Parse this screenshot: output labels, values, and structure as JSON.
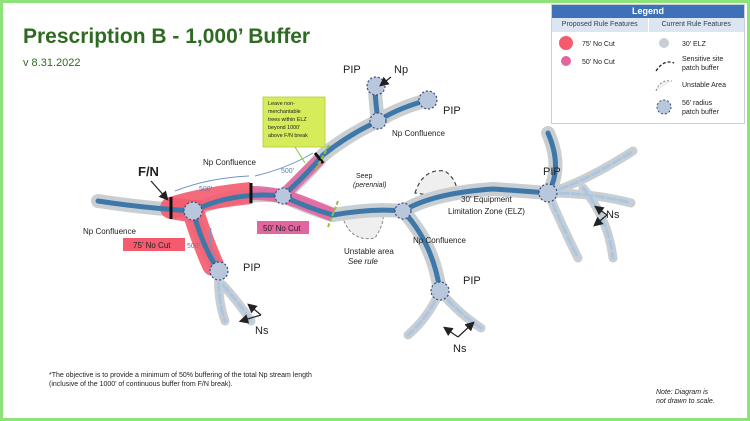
{
  "title": "Prescription B - 1,000’ Buffer",
  "version": "v 8.31.2022",
  "legend": {
    "header": "Legend",
    "col_proposed": "Proposed Rule Features",
    "col_current": "Current Rule Features",
    "items": {
      "nocut75": "75’ No Cut",
      "nocut50": "50’ No Cut",
      "elz30": "30’ ELZ",
      "sensitive_line1": "Sensitive site",
      "sensitive_line2": "patch buffer",
      "unstable": "Unstable Area",
      "radius_line1": "56’ radius",
      "radius_line2": "patch buffer"
    }
  },
  "diagram": {
    "fn": "F/N",
    "np_conf_left": "Np Confluence",
    "np_conf_mid": "Np Confluence",
    "np_conf_top": "Np Confluence",
    "np_conf_right": "Np Confluence",
    "pip_top": "PIP",
    "pip_top2": "PIP",
    "pip_left": "PIP",
    "pip_mid": "PIP",
    "pip_right": "PIP",
    "np_top": "Np",
    "ns_left": "Ns",
    "ns_mid": "Ns",
    "ns_right": "Ns",
    "dim500a": "500’",
    "dim500b": "500’",
    "dim500c": "500’",
    "box75": "75’ No Cut",
    "box50": "50’ No Cut",
    "callout": [
      "Leave non-",
      "merchantable",
      "trees within ELZ",
      "beyond 1000’",
      "above F/N break"
    ],
    "seep_line1": "Seep",
    "seep_line2": "(perennial)",
    "elz_line1": "30’ Equipment",
    "elz_line2": "Limitation Zone (ELZ)",
    "unstable_line1": "Unstable area",
    "unstable_line2": "See rule"
  },
  "footnote_line1": "*The objective is to provide a minimum of 50% buffering of the total Np stream length",
  "footnote_line2": "(inclusive of the 1000’ of continuous buffer from F/N break).",
  "note_line1": "Note: Diagram is",
  "note_line2": "not drawn to scale.",
  "colors": {
    "title_green": "#2f6a22",
    "frame_green": "#8ee27a",
    "nocut75": "#f45b6e",
    "nocut50": "#e3659f",
    "elz_gray": "#c9ced3",
    "stream_blue": "#3d78a9",
    "ns_blue": "#a9c6e2",
    "legend_blue": "#3f71b8",
    "callout_fill": "#d6ec5a"
  }
}
